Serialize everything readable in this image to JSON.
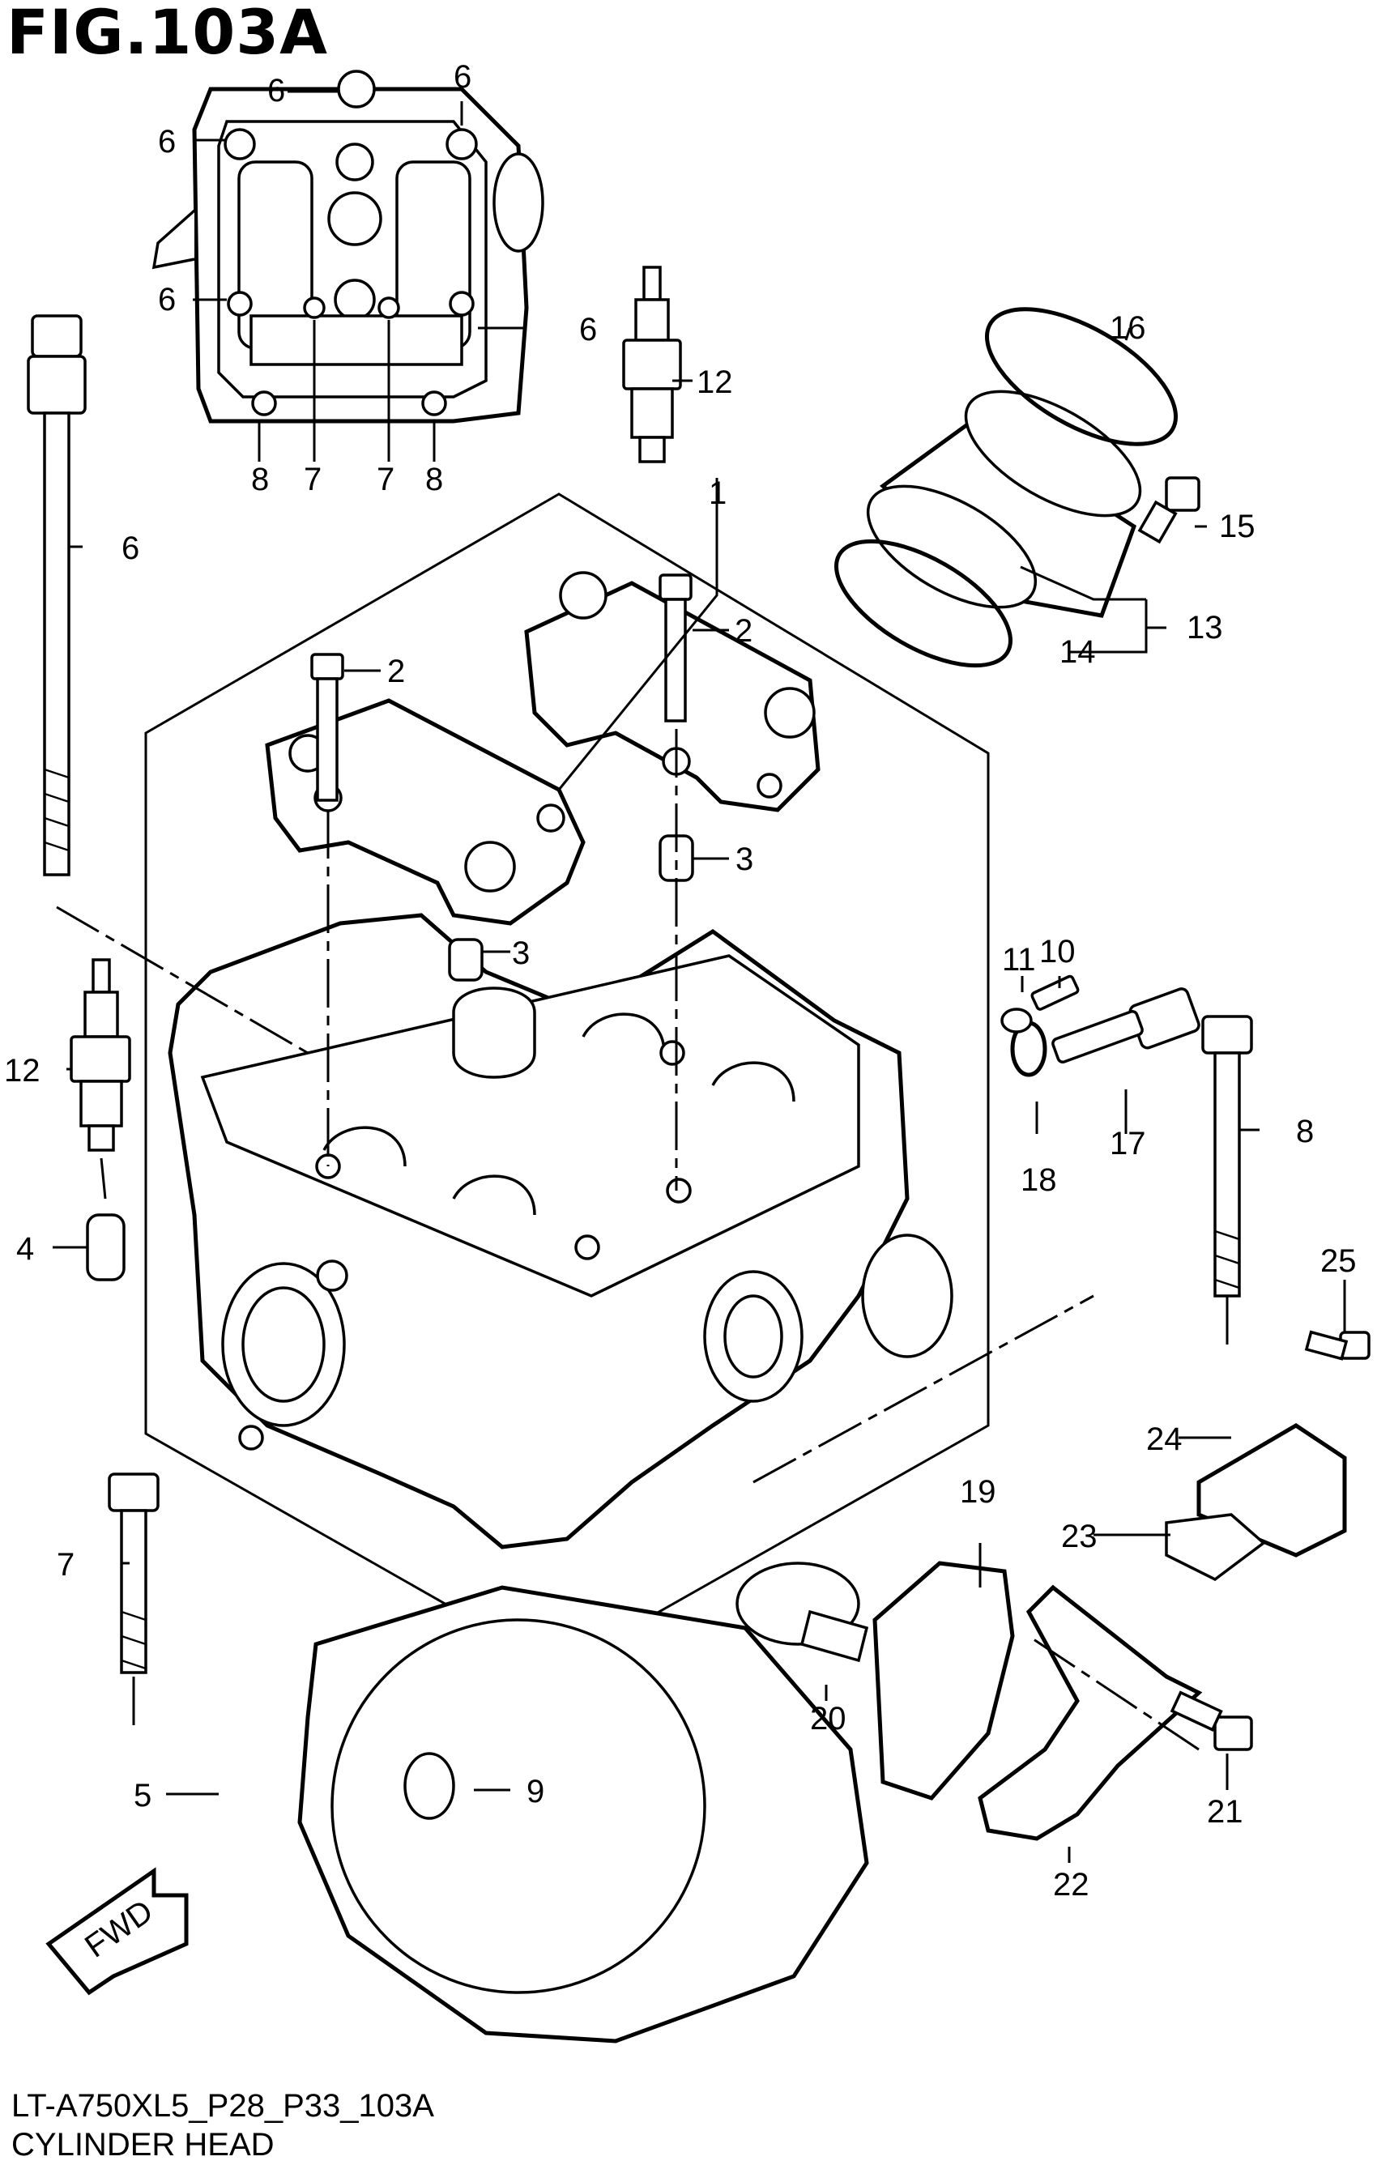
{
  "figure": {
    "title": "FIG.103A",
    "drawing_code": "LT-A750XL5_P28_P33_103A",
    "caption": "CYLINDER HEAD",
    "fwd_label": "FWD"
  },
  "callouts": {
    "c1": "1",
    "c2a": "2",
    "c2b": "2",
    "c3a": "3",
    "c3b": "3",
    "c4": "4",
    "c5": "5",
    "c6_top": "6",
    "c6_tl": "6",
    "c6_tr": "6",
    "c6_ml": "6",
    "c6_mr": "6",
    "c6_long": "6",
    "c7_left": "7",
    "c7_mid1": "7",
    "c7_mid2": "7",
    "c8_l": "8",
    "c8_r": "8",
    "c8_long": "8",
    "c9": "9",
    "c10": "10",
    "c11": "11",
    "c12_top": "12",
    "c12_left": "12",
    "c13": "13",
    "c14": "14",
    "c15": "15",
    "c16": "16",
    "c17": "17",
    "c18": "18",
    "c19": "19",
    "c20": "20",
    "c21": "21",
    "c22": "22",
    "c23": "23",
    "c24": "24",
    "c25": "25"
  },
  "colors": {
    "ink": "#000000",
    "paper": "#ffffff"
  }
}
